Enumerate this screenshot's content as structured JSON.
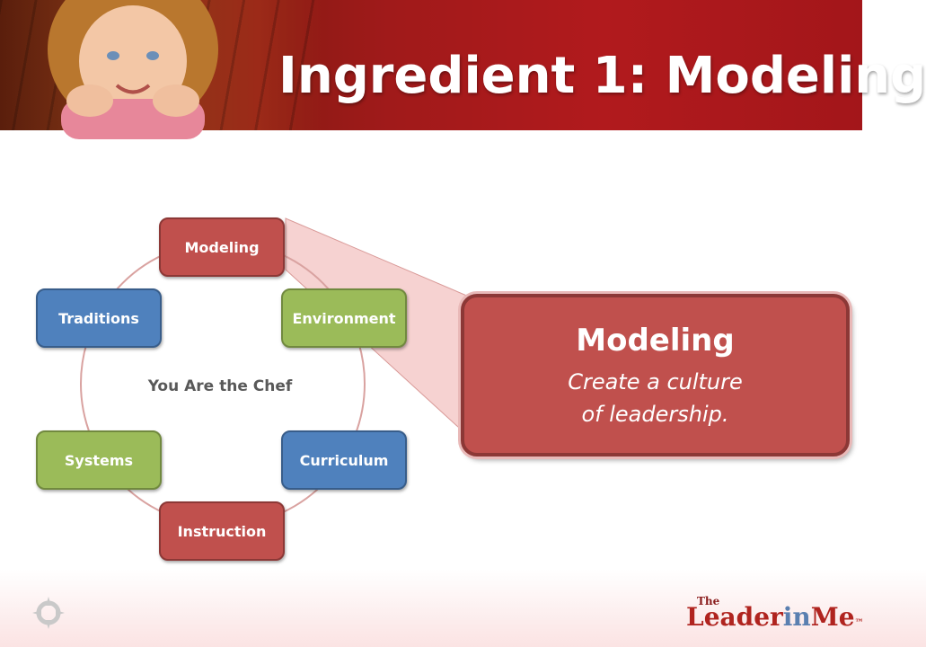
{
  "slide": {
    "title": "Ingredient 1: Modeling"
  },
  "diagram": {
    "center_label": "You Are the Chef",
    "nodes": [
      {
        "label": "Modeling",
        "color": "#c0504d"
      },
      {
        "label": "Environment",
        "color": "#9bbb59"
      },
      {
        "label": "Curriculum",
        "color": "#4f81bd"
      },
      {
        "label": "Instruction",
        "color": "#c0504d"
      },
      {
        "label": "Systems",
        "color": "#9bbb59"
      },
      {
        "label": "Traditions",
        "color": "#4f81bd"
      }
    ]
  },
  "callout": {
    "title": "Modeling",
    "line1": "Create a culture",
    "line2": "of leadership."
  },
  "logo": {
    "the": "The",
    "word1": "Leader",
    "word2": "in",
    "word3": "Me",
    "tm": "™"
  },
  "colors": {
    "banner": "#a01a1a",
    "callout_fill": "#c0504d",
    "callout_border": "#8c3836"
  }
}
